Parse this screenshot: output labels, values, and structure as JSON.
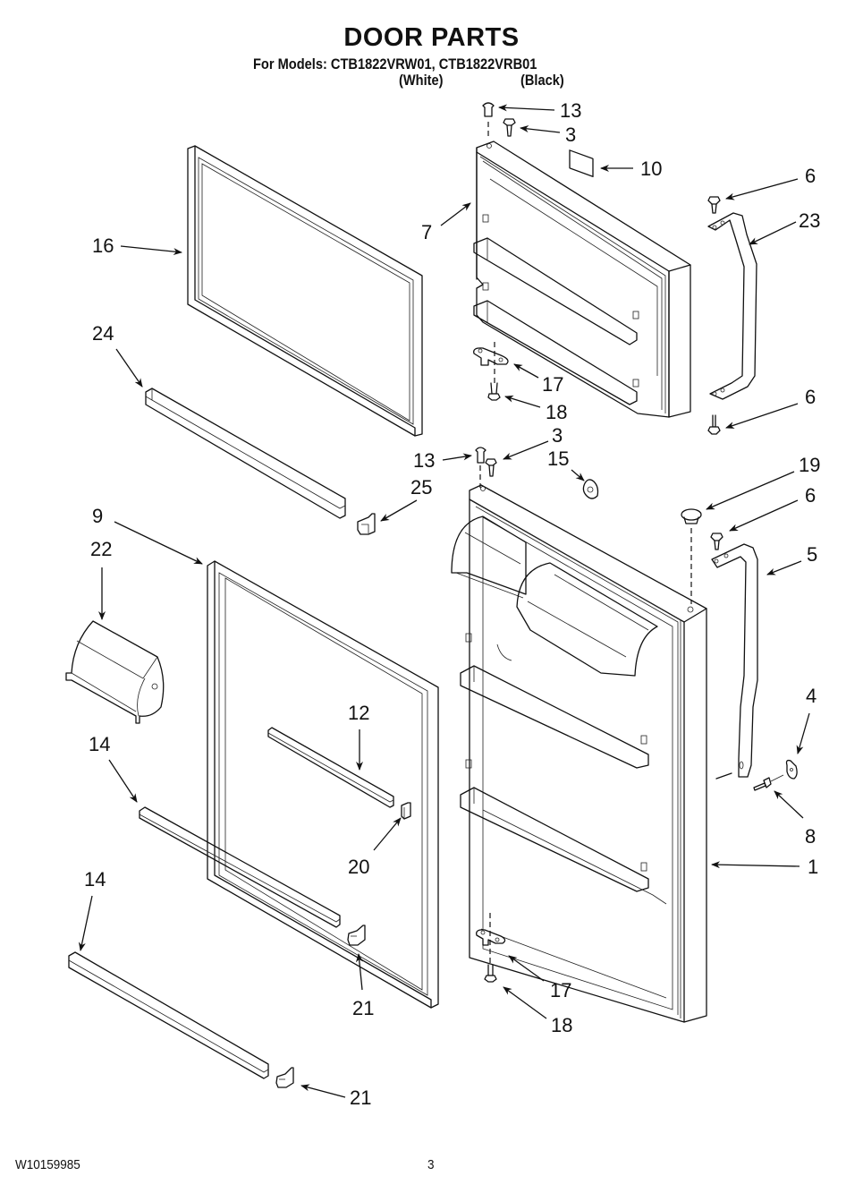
{
  "header": {
    "title": "DOOR PARTS",
    "models_line": "For Models: CTB1822VRW01, CTB1822VRB01",
    "variants": [
      "(White)",
      "(Black)"
    ]
  },
  "footer": {
    "document_number": "W10159985",
    "page_number": "3"
  },
  "callouts": [
    {
      "id": "c13a",
      "label": "13"
    },
    {
      "id": "c3a",
      "label": "3"
    },
    {
      "id": "c10",
      "label": "10"
    },
    {
      "id": "c6a",
      "label": "6"
    },
    {
      "id": "c23",
      "label": "23"
    },
    {
      "id": "c7",
      "label": "7"
    },
    {
      "id": "c16",
      "label": "16"
    },
    {
      "id": "c24",
      "label": "24"
    },
    {
      "id": "c17a",
      "label": "17"
    },
    {
      "id": "c18a",
      "label": "18"
    },
    {
      "id": "c6b",
      "label": "6"
    },
    {
      "id": "c13b",
      "label": "13"
    },
    {
      "id": "c3b",
      "label": "3"
    },
    {
      "id": "c15",
      "label": "15"
    },
    {
      "id": "c19",
      "label": "19"
    },
    {
      "id": "c25",
      "label": "25"
    },
    {
      "id": "c9",
      "label": "9"
    },
    {
      "id": "c6c",
      "label": "6"
    },
    {
      "id": "c22",
      "label": "22"
    },
    {
      "id": "c5",
      "label": "5"
    },
    {
      "id": "c12",
      "label": "12"
    },
    {
      "id": "c4",
      "label": "4"
    },
    {
      "id": "c14a",
      "label": "14"
    },
    {
      "id": "c20",
      "label": "20"
    },
    {
      "id": "c8",
      "label": "8"
    },
    {
      "id": "c1",
      "label": "1"
    },
    {
      "id": "c14b",
      "label": "14"
    },
    {
      "id": "c21a",
      "label": "21"
    },
    {
      "id": "c17b",
      "label": "17"
    },
    {
      "id": "c18b",
      "label": "18"
    },
    {
      "id": "c21b",
      "label": "21"
    }
  ]
}
